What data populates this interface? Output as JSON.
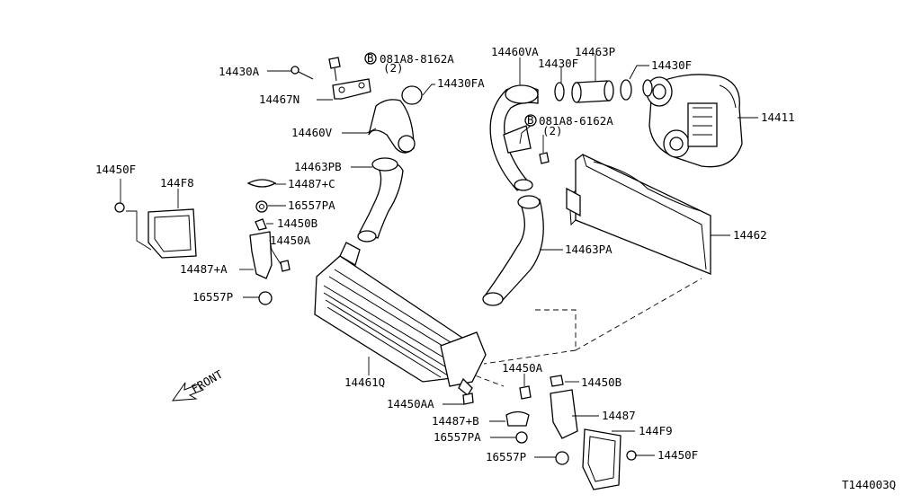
{
  "callouts": [
    {
      "id": "p14430A_top",
      "text": "14430A"
    },
    {
      "id": "p081A8_8162A",
      "text": "081A8-8162A"
    },
    {
      "id": "p081A8_8162A_qty",
      "text": "(2)"
    },
    {
      "id": "p14467N",
      "text": "14467N"
    },
    {
      "id": "p14430FA",
      "text": "14430FA"
    },
    {
      "id": "p14460V",
      "text": "14460V"
    },
    {
      "id": "p14463PB",
      "text": "14463PB"
    },
    {
      "id": "p14487C",
      "text": "14487+C"
    },
    {
      "id": "p16557PA_top",
      "text": "16557PA"
    },
    {
      "id": "p14450B_top",
      "text": "14450B"
    },
    {
      "id": "p14450A_mid",
      "text": "14450A"
    },
    {
      "id": "p14487A",
      "text": "14487+A"
    },
    {
      "id": "p16557P_left",
      "text": "16557P"
    },
    {
      "id": "p14450F_left",
      "text": "14450F"
    },
    {
      "id": "p144F8",
      "text": "144F8"
    },
    {
      "id": "p14460VA",
      "text": "14460VA"
    },
    {
      "id": "p14463P",
      "text": "14463P"
    },
    {
      "id": "p14430F_a",
      "text": "14430F"
    },
    {
      "id": "p14430F_b",
      "text": "14430F"
    },
    {
      "id": "p14411",
      "text": "14411"
    },
    {
      "id": "p081A8_6162A",
      "text": "081A8-6162A"
    },
    {
      "id": "p081A8_6162A_qty",
      "text": "(2)"
    },
    {
      "id": "p14462",
      "text": "14462"
    },
    {
      "id": "p14463PA",
      "text": "14463PA"
    },
    {
      "id": "p14461Q",
      "text": "14461Q"
    },
    {
      "id": "p14450AA",
      "text": "14450AA"
    },
    {
      "id": "p14450A_bot",
      "text": "14450A"
    },
    {
      "id": "p14450B_bot",
      "text": "14450B"
    },
    {
      "id": "p14487",
      "text": "14487"
    },
    {
      "id": "p14487B",
      "text": "14487+B"
    },
    {
      "id": "p16557PA_bot",
      "text": "16557PA"
    },
    {
      "id": "p144F9",
      "text": "144F9"
    },
    {
      "id": "p16557P_bot",
      "text": "16557P"
    },
    {
      "id": "p14450F_bot",
      "text": "14450F"
    }
  ],
  "bolt_marker": "B",
  "front_label": "FRONT",
  "diagram_code": "T144003Q"
}
